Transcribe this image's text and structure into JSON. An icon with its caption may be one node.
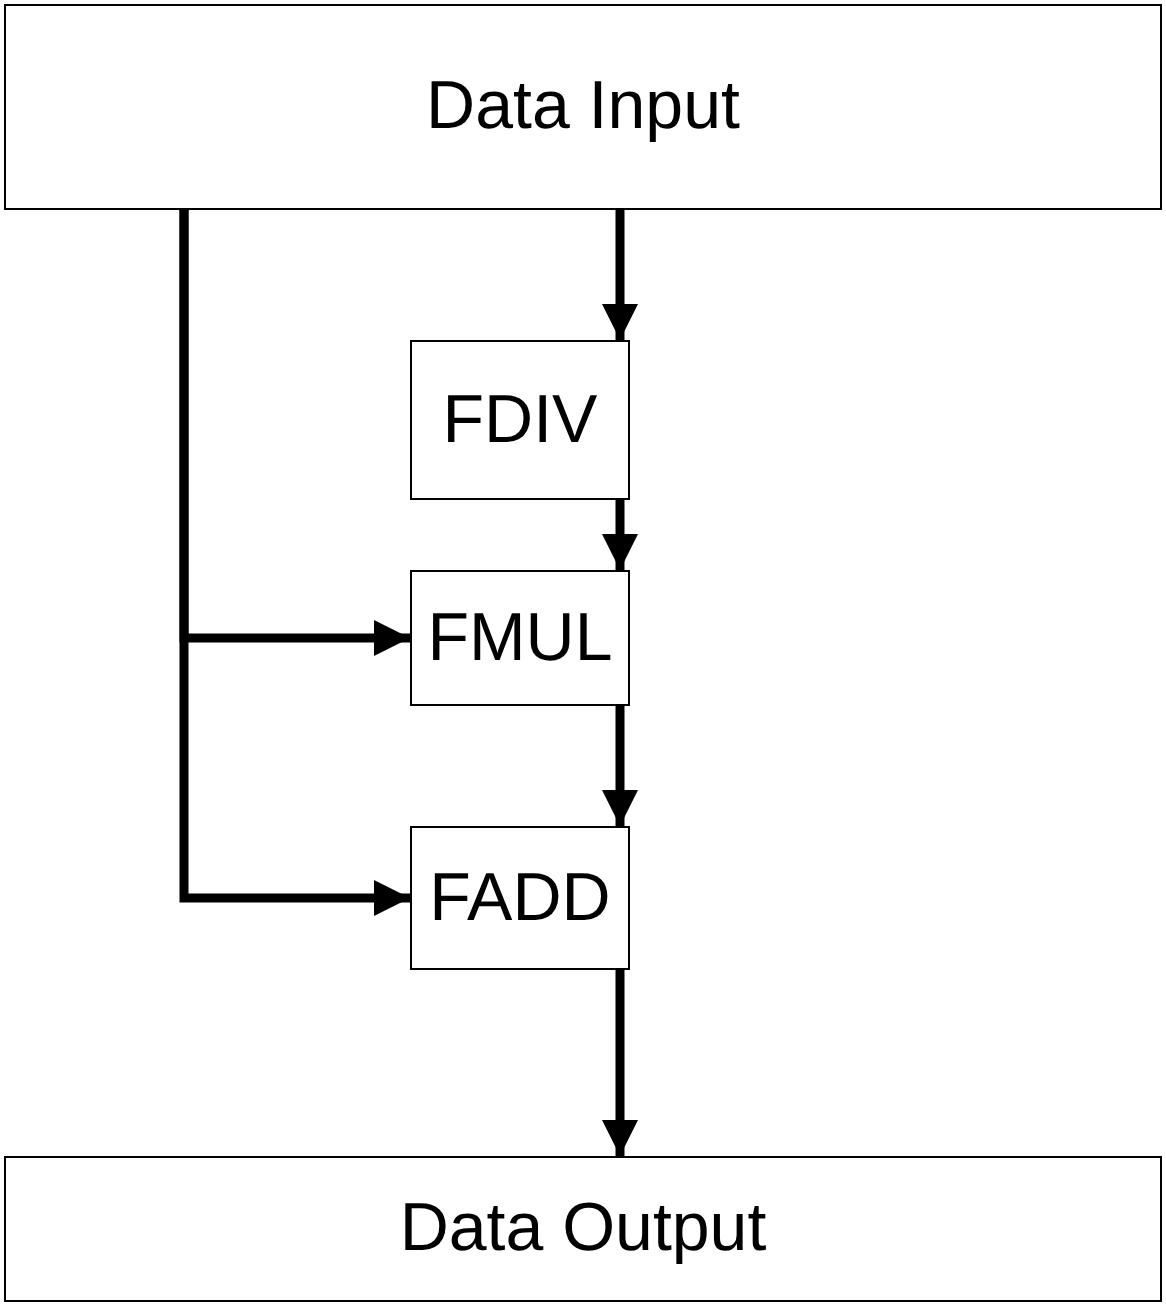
{
  "diagram": {
    "nodes": [
      {
        "text": [
          "Data Input"
        ]
      },
      {
        "text": [
          "FDIV"
        ]
      },
      {
        "text": [
          "FMUL"
        ]
      },
      {
        "text": [
          "FADD"
        ]
      },
      {
        "text": [
          "Data Output"
        ]
      }
    ],
    "edges": [
      {
        "from": 0,
        "to": 1,
        "arrow": "to"
      },
      {
        "from": 1,
        "to": 2,
        "arrow": "to"
      },
      {
        "from": 0,
        "to": 2,
        "arrow": "to"
      },
      {
        "from": 2,
        "to": 3,
        "arrow": "to"
      },
      {
        "from": 0,
        "to": 3,
        "arrow": "to"
      },
      {
        "from": 3,
        "to": 4,
        "arrow": "to"
      }
    ]
  }
}
